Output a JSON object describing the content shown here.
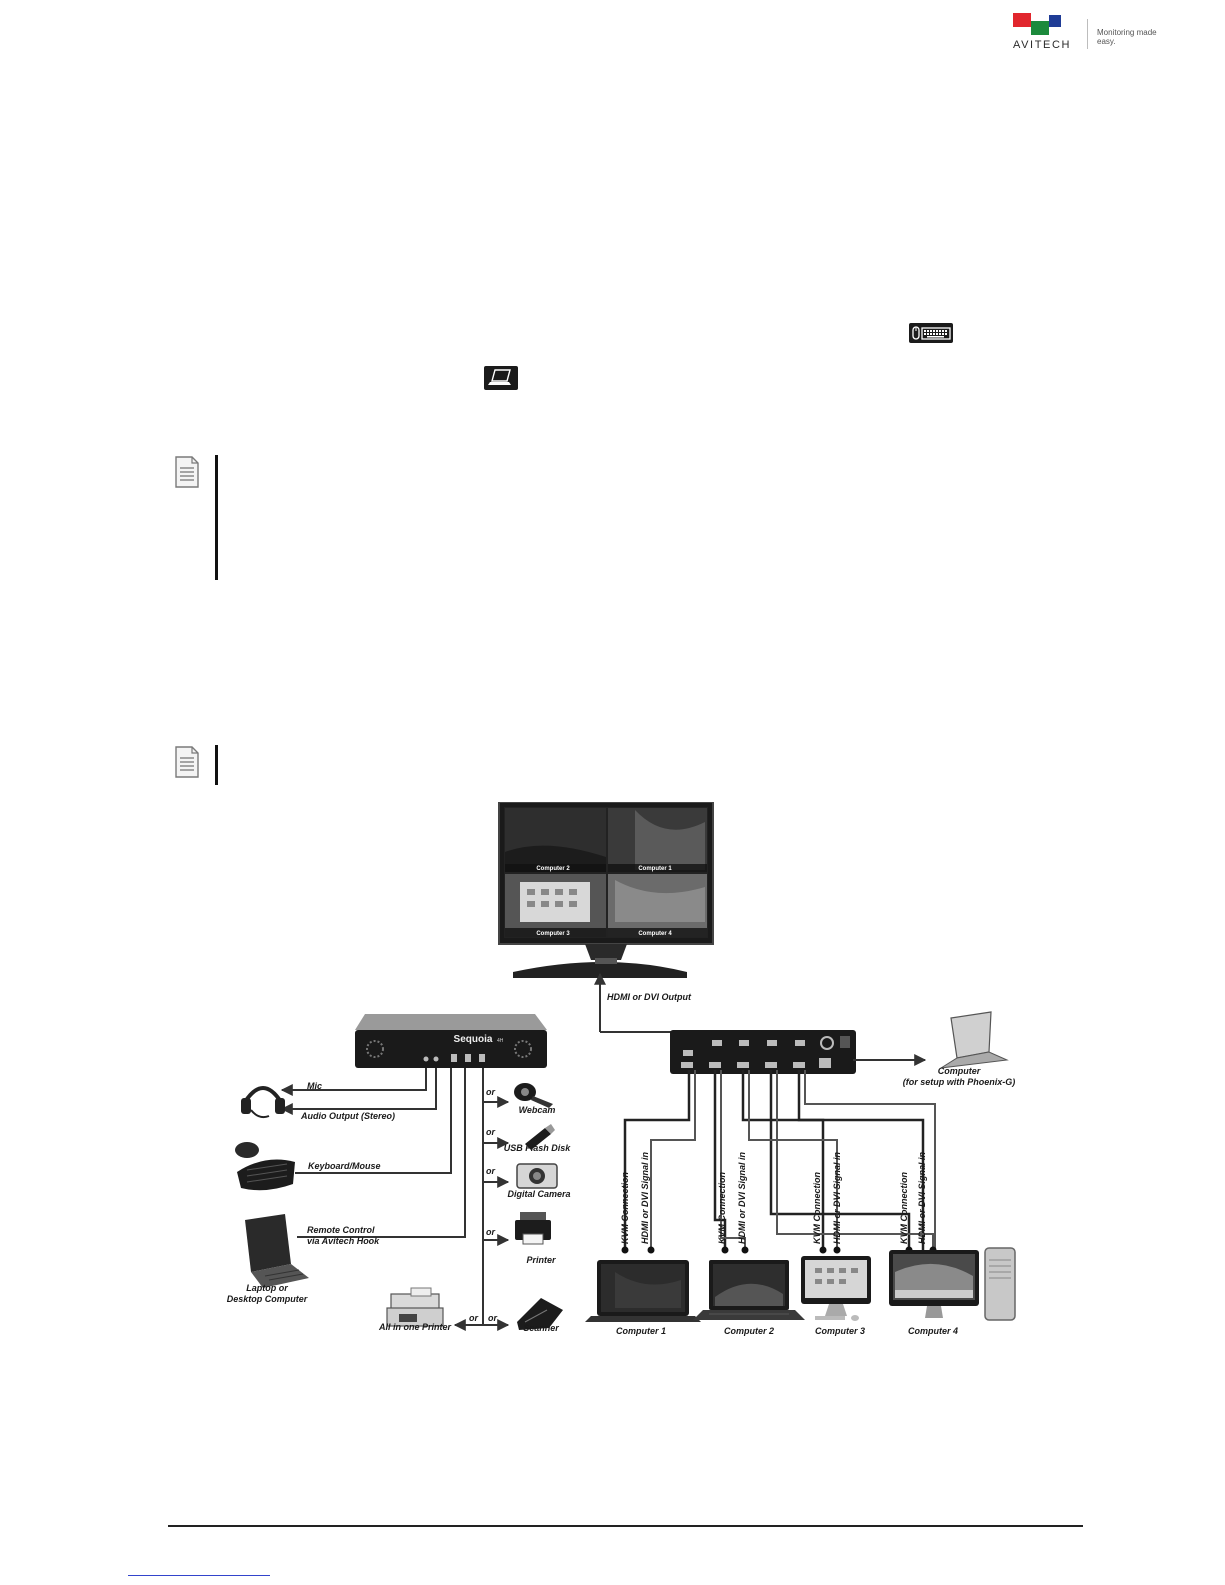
{
  "brand": {
    "name": "AVITECH",
    "tagline": "Monitoring made easy.",
    "colors": {
      "red": "#e1262d",
      "green": "#1c8a3c",
      "blue": "#1f3c96"
    }
  },
  "icons": {
    "keyboard_mouse": "keyboard-mouse-icon",
    "laptop": "laptop-icon",
    "note": "note-document-icon"
  },
  "diagram": {
    "monitor": {
      "quadrants": [
        "Computer 2",
        "Computer 1",
        "Computer 3",
        "Computer 4"
      ],
      "output_label": "HDMI or DVI Output"
    },
    "device": {
      "name": "Sequoia",
      "model": "4H"
    },
    "left_devices": {
      "mic": "Mic",
      "audio": "Audio Output (Stereo)",
      "keyboard": "Keyboard/Mouse",
      "remote_line1": "Remote Control",
      "remote_line2": "via Avitech Hook",
      "laptop_line1": "Laptop or",
      "laptop_line2": "Desktop Computer"
    },
    "usb_devices": {
      "or": "or",
      "webcam": "Webcam",
      "flash": "USB Flash Disk",
      "camera": "Digital Camera",
      "printer": "Printer",
      "allinone": "All in one Printer",
      "scanner": "Scanner"
    },
    "setup_computer": {
      "line1": "Computer",
      "line2": "(for setup with Phoenix-G)"
    },
    "cable_labels": {
      "kvm": "KVM Connection",
      "hdmi_in": "HDMI or DVI Signal in"
    },
    "computers": [
      "Computer 1",
      "Computer 2",
      "Computer 3",
      "Computer 4"
    ]
  }
}
